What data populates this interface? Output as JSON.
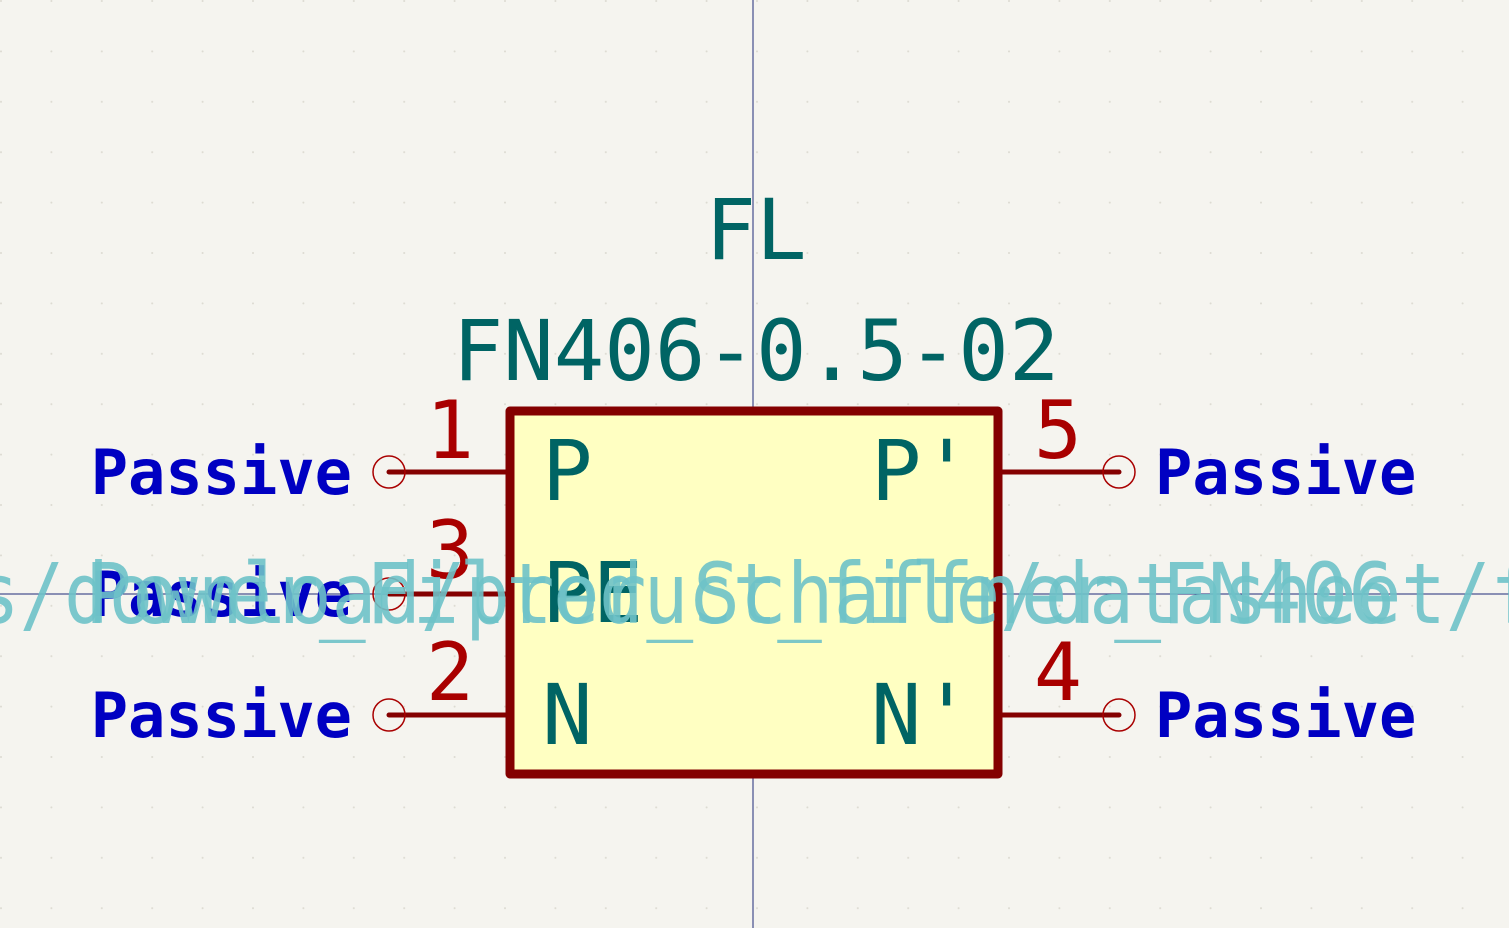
{
  "symbol": {
    "reference": "FL",
    "value": "FN406-0.5-02",
    "footprint_field": "Power_Filter_Schaffner_FN406",
    "datasheet_field": "s/download/product_file/datasheet/f"
  },
  "pins": [
    {
      "number": "1",
      "name": "P",
      "type": "Passive",
      "side": "left"
    },
    {
      "number": "3",
      "name": "PE",
      "type": "Passive",
      "side": "left"
    },
    {
      "number": "2",
      "name": "N",
      "type": "Passive",
      "side": "left"
    },
    {
      "number": "5",
      "name": "P'",
      "type": "Passive",
      "side": "right"
    },
    {
      "number": "4",
      "name": "N'",
      "type": "Passive",
      "side": "right"
    }
  ],
  "colors": {
    "background": "#f5f4ef",
    "grid_dot": "#d8d6cc",
    "axis": "#1e2a78",
    "body_fill": "#ffffc2",
    "body_outline": "#840000",
    "pin_line": "#840000",
    "pin_number": "#a90000",
    "pin_name": "#006464",
    "pin_type": "#0000c2",
    "ref_value": "#006464",
    "hidden_field": "#6ec2c8"
  }
}
